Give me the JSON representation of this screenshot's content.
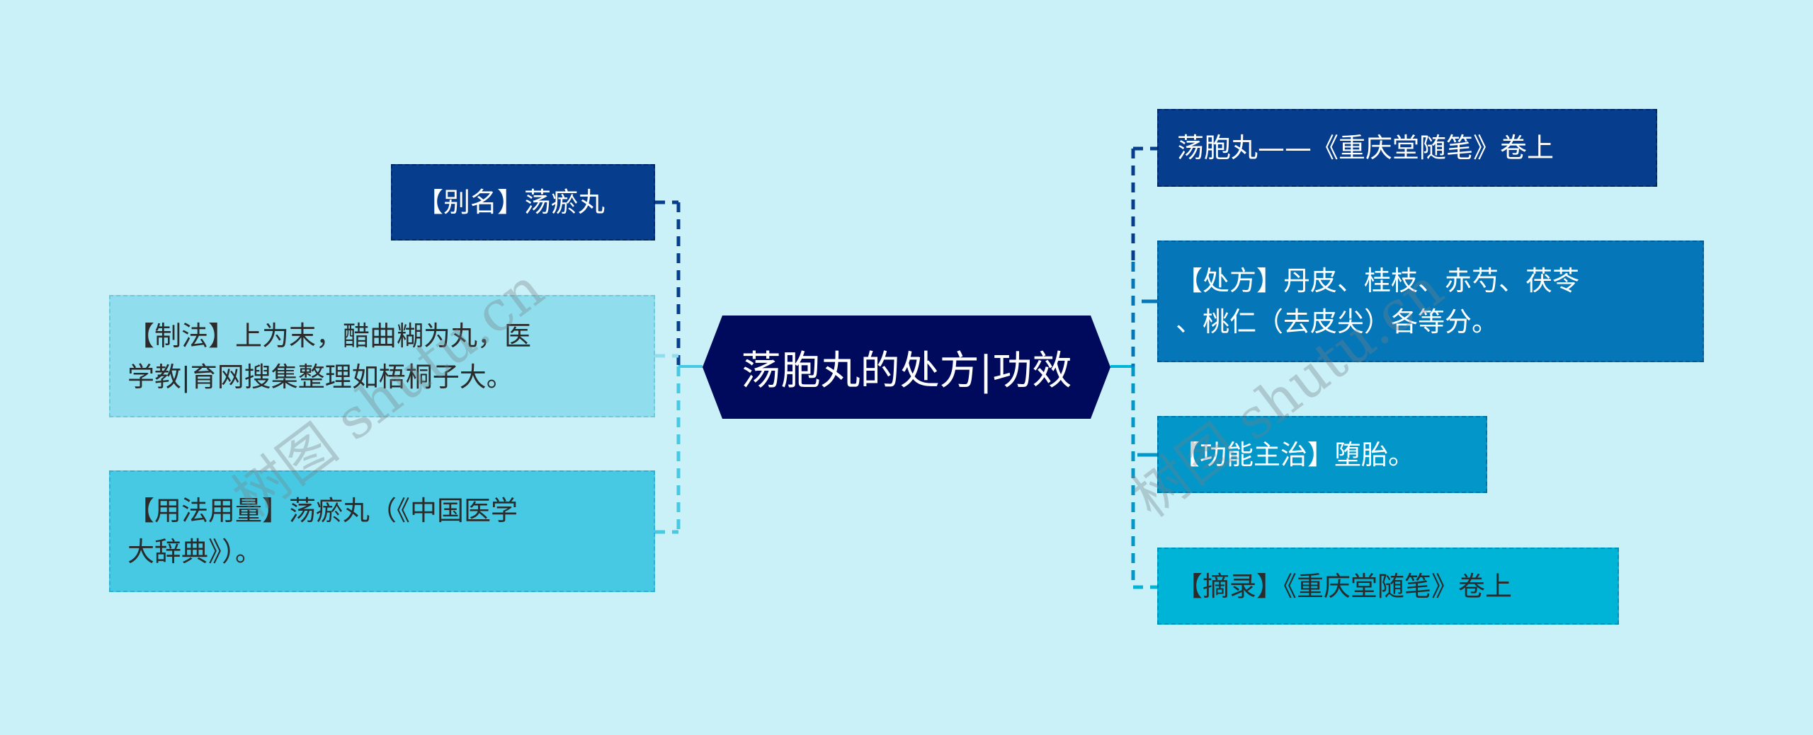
{
  "root": {
    "label": "荡胞丸的处方|功效",
    "bg": "#000a5c",
    "text_color": "#ffffff"
  },
  "left_branches": [
    {
      "id": "alias",
      "text": "【别名】荡瘀丸",
      "bg": "#063d8c",
      "text_color": "#ffffff",
      "connector_color": "#063d8c"
    },
    {
      "id": "preparation",
      "text": "【制法】上为末，醋曲糊为丸，医学教|育网搜集整理如梧桐子大。",
      "line1": "【制法】上为末，醋曲糊为丸，医",
      "line2": "学教|育网搜集整理如梧桐子大。",
      "bg": "#90deed",
      "text_color": "#2b2b2b",
      "connector_color": "#90deed"
    },
    {
      "id": "usage",
      "text": "【用法用量】荡瘀丸（《中国医学大辞典》）。",
      "line1": "【用法用量】荡瘀丸（《中国医学",
      "line2": "大辞典》）。",
      "bg": "#48c9e3",
      "text_color": "#2b2b2b",
      "connector_color": "#48c9e3"
    }
  ],
  "right_branches": [
    {
      "id": "source",
      "text": "荡胞丸——《重庆堂随笔》卷上",
      "bg": "#063d8c",
      "text_color": "#ffffff",
      "connector_color": "#063d8c"
    },
    {
      "id": "prescription",
      "text": "【处方】丹皮、桂枝、赤芍、茯苓、桃仁（去皮尖）各等分。",
      "line1": "【处方】丹皮、桂枝、赤芍、茯苓",
      "line2": "、桃仁（去皮尖）各等分。",
      "bg": "#0577b9",
      "text_color": "#ffffff",
      "connector_color": "#0577b9"
    },
    {
      "id": "indication",
      "text": "【功能主治】堕胎。",
      "bg": "#0396c8",
      "text_color": "#ffffff",
      "connector_color": "#0396c8"
    },
    {
      "id": "excerpt",
      "text": "【摘录】《重庆堂随笔》卷上",
      "bg": "#00b4d8",
      "text_color": "#2b2b2b",
      "connector_color": "#00b4d8"
    }
  ],
  "watermarks": [
    {
      "text": "树图 shutu.cn"
    },
    {
      "text": "树图 shutu.cn"
    }
  ],
  "colors": {
    "background": "#caf0f8"
  }
}
